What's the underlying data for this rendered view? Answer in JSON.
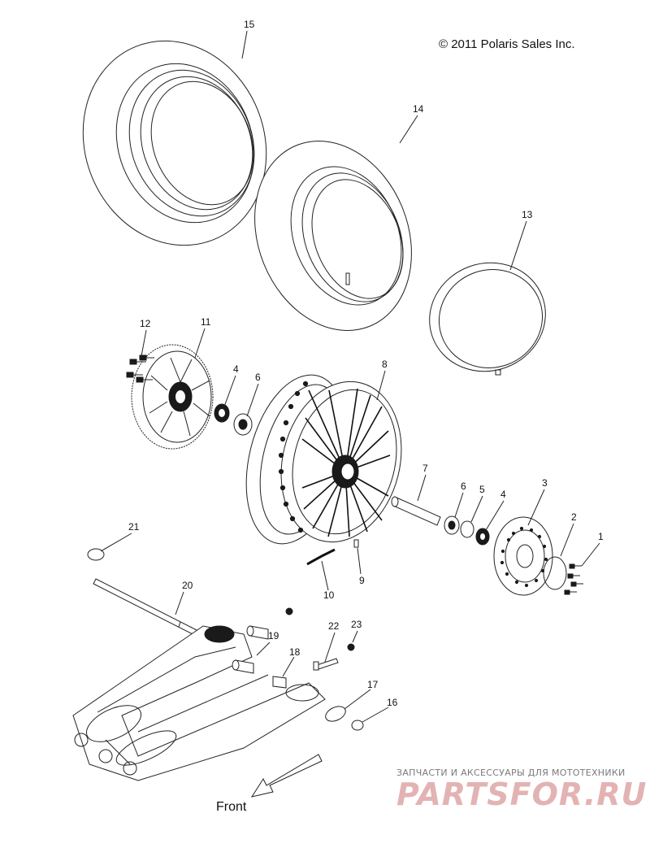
{
  "copyright": "© 2011 Polaris Sales Inc.",
  "front_label": "Front",
  "watermark": {
    "tagline": "ЗАПЧАСТИ И АКСЕССУАРЫ ДЛЯ МОТОТЕХНИКИ",
    "logo": "PARTSFOR.RU"
  },
  "callouts": {
    "c1": "1",
    "c2": "2",
    "c3": "3",
    "c4a": "4",
    "c4b": "4",
    "c5": "5",
    "c6a": "6",
    "c6b": "6",
    "c7": "7",
    "c8": "8",
    "c9": "9",
    "c10": "10",
    "c11": "11",
    "c12": "12",
    "c13": "13",
    "c14": "14",
    "c15": "15",
    "c16": "16",
    "c17": "17",
    "c18": "18",
    "c19": "19",
    "c20": "20",
    "c21": "21",
    "c22": "22",
    "c23": "23"
  }
}
